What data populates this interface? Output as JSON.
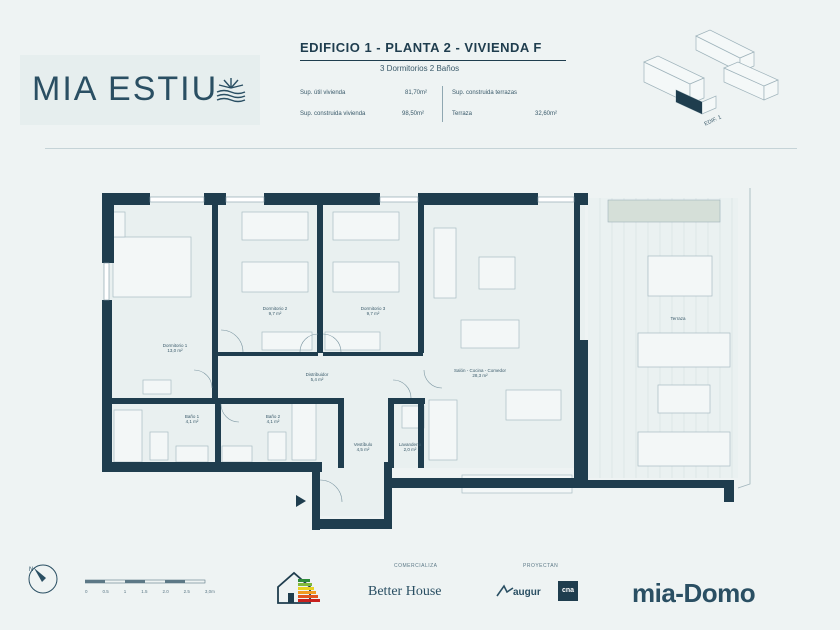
{
  "brand": {
    "name": "MIA ESTIU"
  },
  "header": {
    "title": "EDIFICIO 1 - PLANTA  2  - VIVIENDA F",
    "subtitle": "3 Dormitorios  2 Baños",
    "specs": {
      "util_label": "Sup. útil vivienda",
      "util_value": "81,70m²",
      "construida_label": "Sup. construida vivienda",
      "construida_value": "98,50m²",
      "terrazas_label": "Sup. construida terrazas",
      "terraza_label": "Terraza",
      "terraza_value": "32,60m²"
    },
    "edif_label": "EDIF. 1"
  },
  "rooms": {
    "dormitorio1": {
      "name": "Dormitorio 1",
      "area": "13,0 m²"
    },
    "dormitorio2": {
      "name": "Dormitorio 2",
      "area": "9,7 m²"
    },
    "dormitorio3": {
      "name": "Dormitorio 3",
      "area": "9,7 m²"
    },
    "distribuidor": {
      "name": "Distribuidor",
      "area": "5,4 m²"
    },
    "salon": {
      "name": "Salón - Cocina - Comedor",
      "area": "28,3 m²"
    },
    "bano1": {
      "name": "Baño 1",
      "area": "4,1 m²"
    },
    "bano2": {
      "name": "Baño 2",
      "area": "4,1 m²"
    },
    "vestibulo": {
      "name": "Vestíbulo",
      "area": "4,5 m²"
    },
    "lavanderia": {
      "name": "Lavandería",
      "area": "2,0 m²"
    },
    "terraza": {
      "name": "Terraza"
    }
  },
  "scale": {
    "ticks": [
      "0",
      "0.5",
      "1",
      "1.5",
      "2.0",
      "2.5",
      "3,0m"
    ]
  },
  "footer": {
    "comercializa": "COMERCIALIZA",
    "proyectan": "PROYECTAN",
    "better_house": "Better House",
    "augur": "augur",
    "cna": "cna",
    "mia_domo": "mia-Domo"
  },
  "colors": {
    "wall": "#1f3d4e",
    "floor": "#e9f0f0",
    "terrace": "#eaf1f1",
    "accent": "#2a4f63"
  }
}
